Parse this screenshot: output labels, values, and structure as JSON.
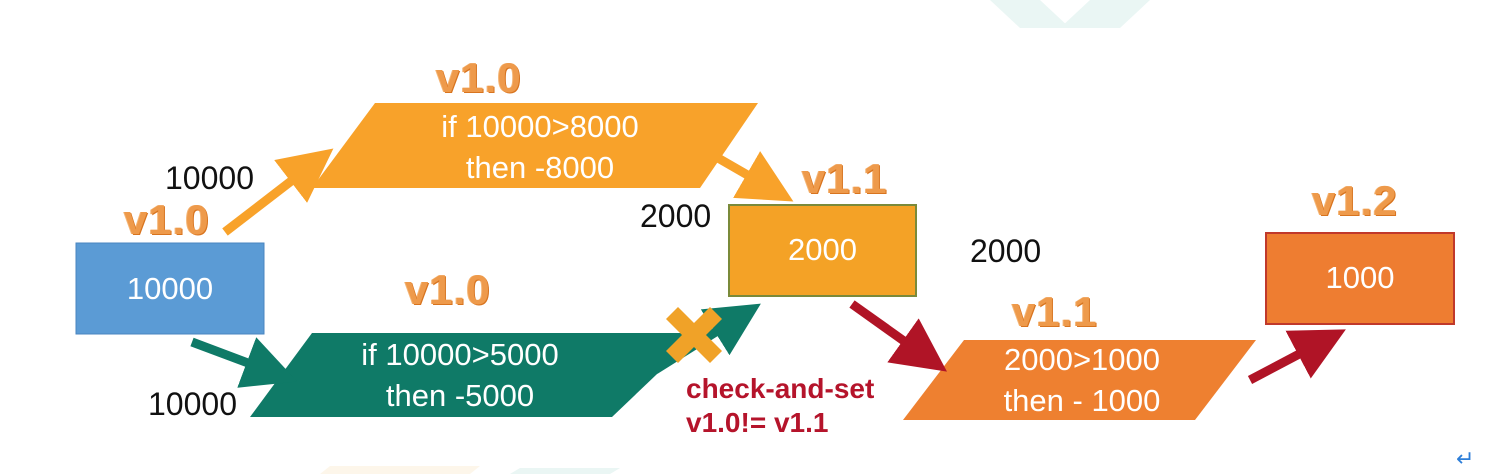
{
  "diagram": {
    "source_box": {
      "value": "10000",
      "version": "v1.0",
      "color": "#5b9bd5"
    },
    "upper_txn": {
      "version": "v1.0",
      "line1": "if 10000>8000",
      "line2": "then -8000",
      "input": "10000",
      "color": "#f8a22a"
    },
    "lower_txn": {
      "version": "v1.0",
      "line1": "if 10000>5000",
      "line2": "then -5000",
      "input": "10000",
      "color": "#0f7a67"
    },
    "mid_box": {
      "value": "2000",
      "version": "v1.1",
      "input": "2000",
      "output": "2000",
      "color": "#f4a226"
    },
    "third_txn": {
      "version": "v1.1",
      "line1": "2000>1000",
      "line2": "then - 1000",
      "color": "#ee8030"
    },
    "final_box": {
      "value": "1000",
      "version": "v1.2",
      "color": "#ee7d31"
    },
    "check_and_set": {
      "line1": "check-and-set",
      "line2": "v1.0!= v1.1",
      "color": "#b5142b"
    },
    "paragraph_mark": "↵",
    "colors": {
      "arrow_orange": "#f8a22a",
      "arrow_teal": "#0f7a67",
      "arrow_red": "#b01426",
      "cross": "#f0a228"
    }
  }
}
